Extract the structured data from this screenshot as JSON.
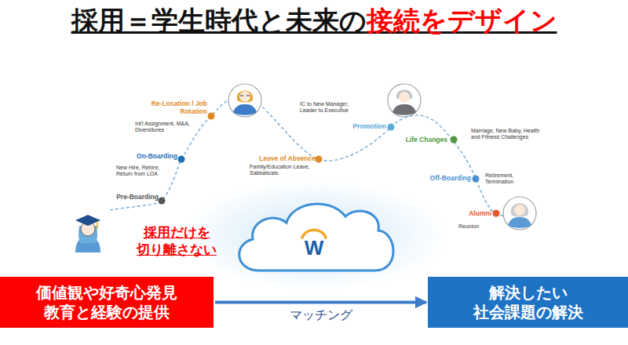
{
  "diagram": {
    "title": "採用＝学生時代と未来の接続をデザイン",
    "nodes": [
      {
        "text": [
          "価値観や好奇心発見 教育と経験の提供"
        ]
      },
      {
        "text": [
          "解決したい 社会課題の解決"
        ]
      }
    ],
    "edges": [
      {
        "from": 0,
        "to": 1,
        "label": "マッチング",
        "arrow": "to"
      }
    ],
    "labels": [
      "Pre-Boarding",
      "On-Boarding",
      "New Hire, Rehire, Return from LOA",
      "Re-Location / Job Rotation",
      "Int'l Assignment, M&A, Diversitures",
      "Leave of Absence",
      "Family/Education Leave, Sabbaticals",
      "IC to New Manager, Leader to Executive",
      "Promotion",
      "Life Changes",
      "Marriage, New Baby, Health and Fitness Challenges",
      "Off-Boarding",
      "Retirement, Termination",
      "Alumni",
      "Reunion",
      "採用だけを 切り離さない",
      "W"
    ]
  }
}
